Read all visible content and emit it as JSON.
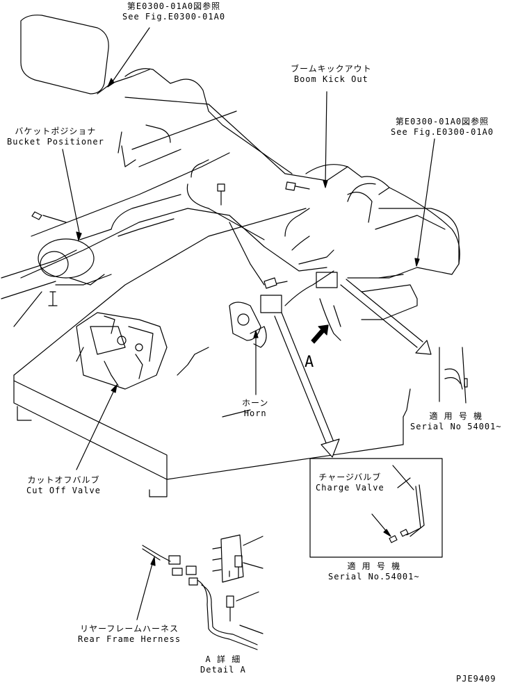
{
  "labels": {
    "see_fig_top_jp": "第E0300-01A0図参照",
    "see_fig_top_en": "See Fig.E0300-01A0",
    "boom_kick_jp": "ブームキックアウト",
    "boom_kick_en": "Boom Kick Out",
    "see_fig_right_jp": "第E0300-01A0図参照",
    "see_fig_right_en": "See Fig.E0300-01A0",
    "bucket_jp": "バケットポジショナ",
    "bucket_en": "Bucket Positioner",
    "horn_jp": "ホーン",
    "horn_en": "Horn",
    "view_arrow": "A",
    "serial_right_jp": "適 用 号 機",
    "serial_right_en": "Serial No 54001~",
    "charge_jp": "チャージバルブ",
    "charge_en": "Charge Valve",
    "serial_detail_jp": "適 用 号 機",
    "serial_detail_en": "Serial No.54001~",
    "cutoff_jp": "カットオフバルブ",
    "cutoff_en": "Cut Off Valve",
    "rear_jp": "リヤーフレームハーネス",
    "rear_en": "Rear Frame Herness",
    "detail_jp": "A 詳 細",
    "detail_en": "Detail A",
    "drawing_no": "PJE9409"
  }
}
